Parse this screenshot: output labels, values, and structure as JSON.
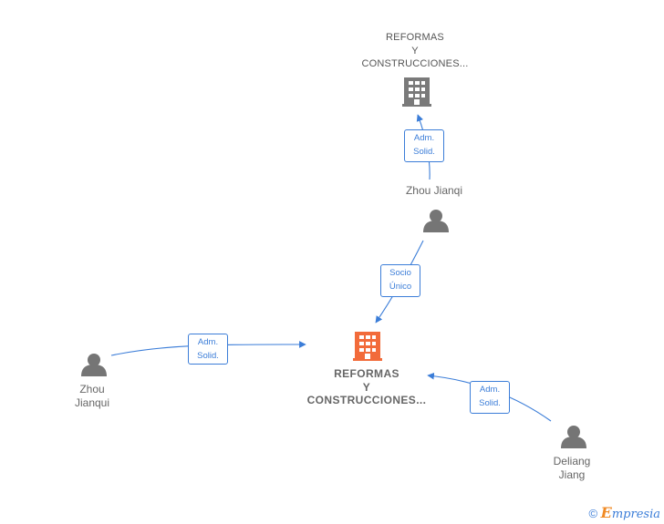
{
  "nodes": {
    "company_main": {
      "type": "company",
      "highlight": true,
      "label_lines": [
        "REFORMAS",
        "Y",
        "CONSTRUCCIONES..."
      ]
    },
    "company_top": {
      "type": "company",
      "highlight": false,
      "label_lines": [
        "REFORMAS",
        "Y",
        "CONSTRUCCIONES..."
      ]
    },
    "person_zhou_jianqi": {
      "type": "person",
      "label_lines": [
        "Zhou Jianqi"
      ]
    },
    "person_zhou_jianqui": {
      "type": "person",
      "label_lines": [
        "Zhou",
        "Jianqui"
      ]
    },
    "person_deliang_jiang": {
      "type": "person",
      "label_lines": [
        "Deliang",
        "Jiang"
      ]
    }
  },
  "edges": {
    "jianqi_to_top": {
      "label_lines": [
        "Adm.",
        "Solid."
      ]
    },
    "jianqi_to_main": {
      "label_lines": [
        "Socio",
        "Único"
      ]
    },
    "jianqui_to_main": {
      "label_lines": [
        "Adm.",
        "Solid."
      ]
    },
    "deliang_to_main": {
      "label_lines": [
        "Adm.",
        "Solid."
      ]
    }
  },
  "colors": {
    "edge": "#3b7dd8",
    "company_highlight": "#f26b3a",
    "company_default": "#7a7a7a",
    "person": "#757575",
    "text": "#666666"
  },
  "icons": {
    "company": "building-icon",
    "person": "person-icon",
    "copyright": "copyright-icon"
  },
  "watermark": {
    "copyright": "©",
    "brand_initial": "E",
    "brand_rest": "mpresia"
  }
}
